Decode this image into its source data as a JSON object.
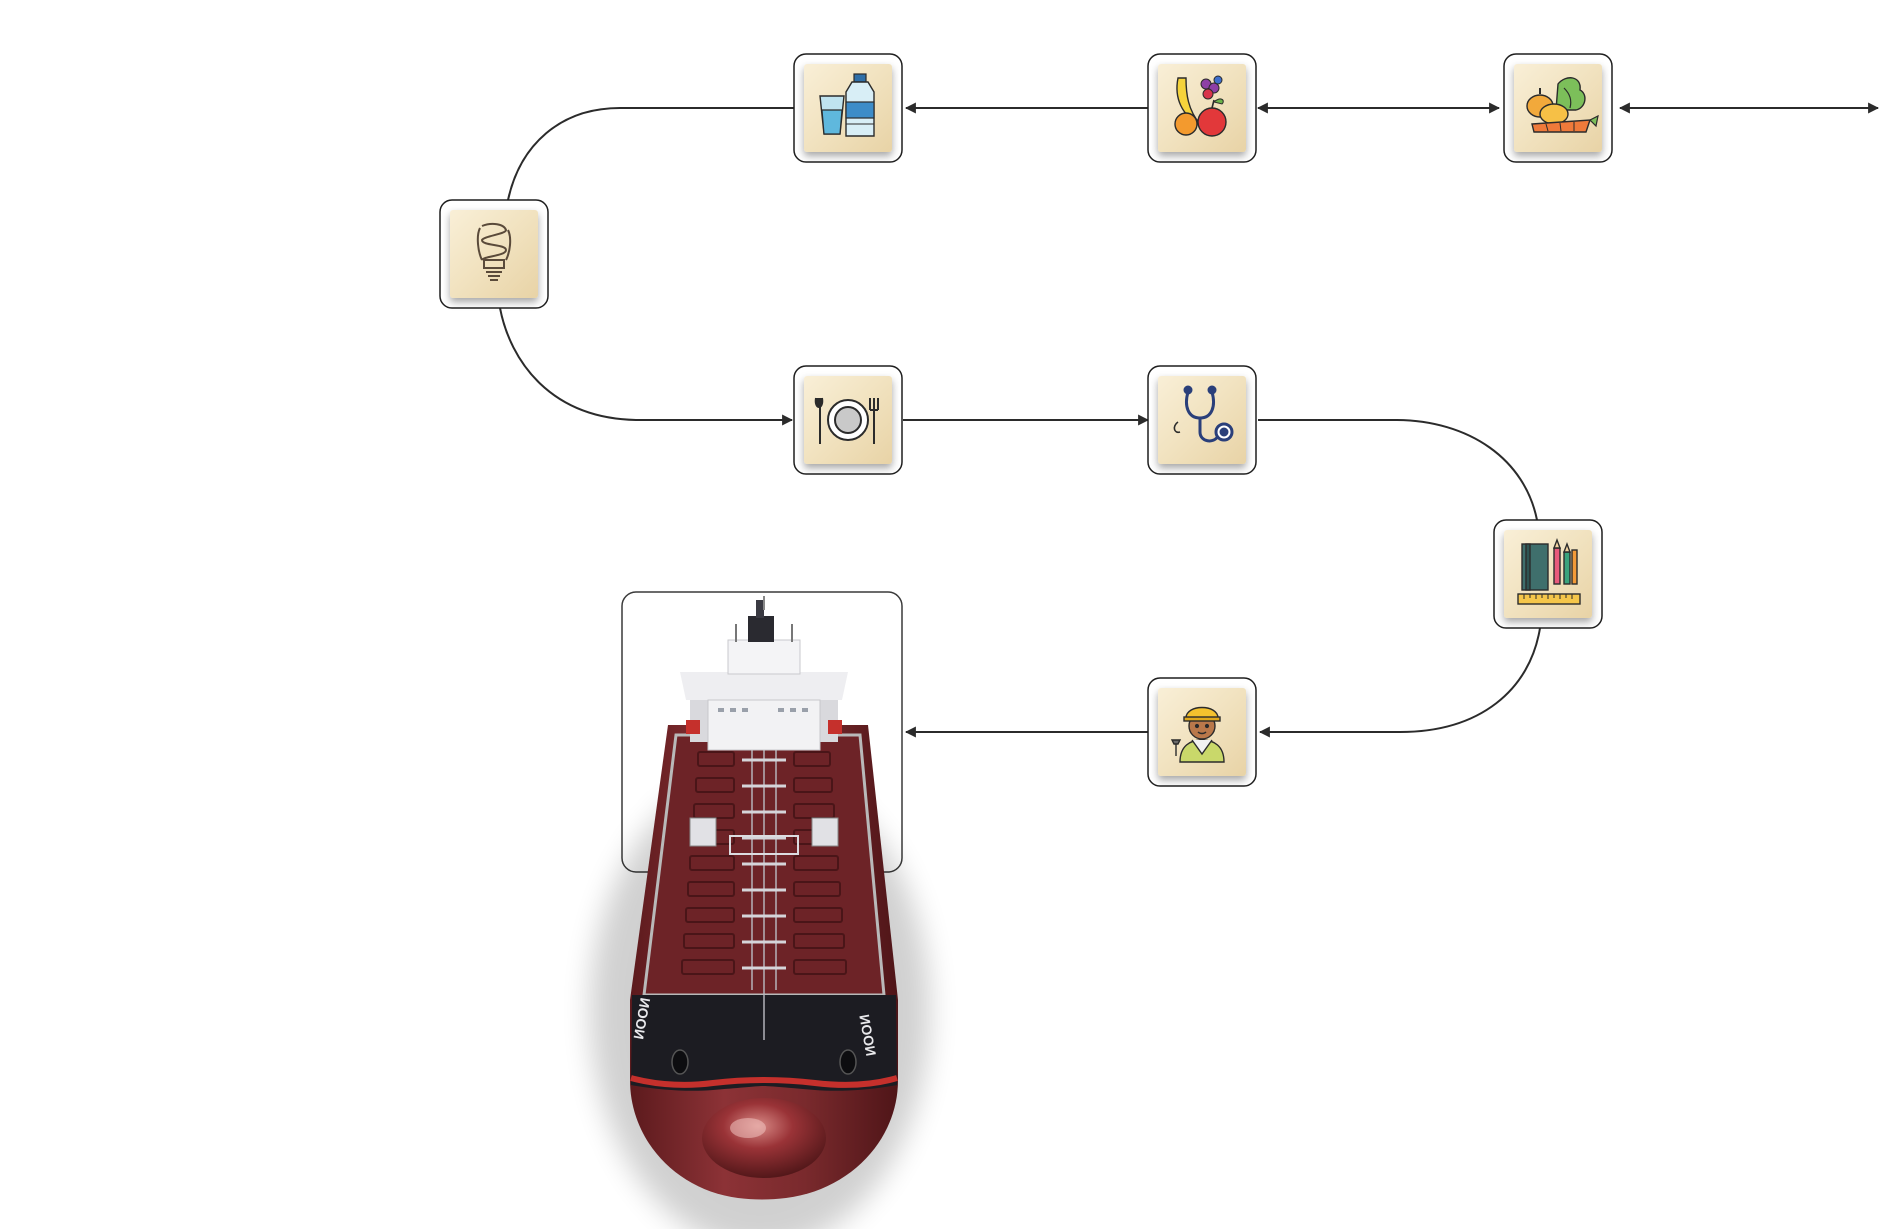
{
  "diagram": {
    "stroke_color": "#2b2b2b",
    "tile_wood_color": "#f4e6c6",
    "tile_border_color": "#1f1f1f",
    "frame_border_color": "#3a3a3a",
    "ship": {
      "hull_color": "#7e2a2d",
      "deck_color": "#6b2226",
      "stripe_color": "#1c1c22",
      "accent_color": "#c5302c",
      "superstructure_color": "#e9e9ec",
      "name_text": "ИООИ"
    },
    "nodes": [
      {
        "id": "vegetables",
        "icon": "vegetables-icon"
      },
      {
        "id": "fruits",
        "icon": "fruits-icon"
      },
      {
        "id": "water",
        "icon": "water-bottle-icon"
      },
      {
        "id": "lightbulb",
        "icon": "lightbulb-icon"
      },
      {
        "id": "meal",
        "icon": "plate-fork-knife-icon"
      },
      {
        "id": "medical",
        "icon": "stethoscope-icon"
      },
      {
        "id": "stationery",
        "icon": "stationery-icon"
      },
      {
        "id": "worker",
        "icon": "worker-icon"
      }
    ]
  }
}
